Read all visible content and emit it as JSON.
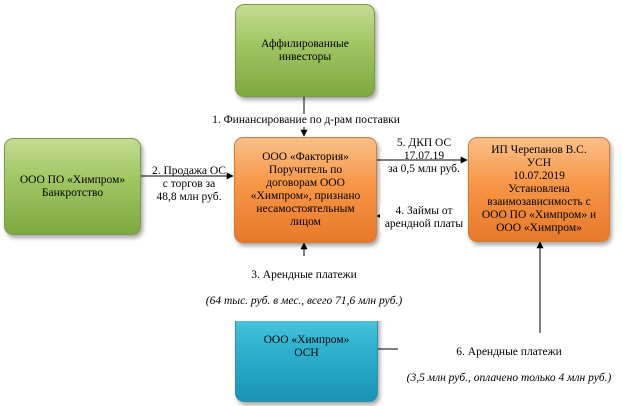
{
  "nodes": {
    "investors": "Аффилированные\nинвесторы",
    "bankrupt": "ООО ПО «Химпром»\nБанкротство",
    "factoria": "ООО «Фактория»\nПоручитель по\nдоговорам ООО\n«Химпром», признано\nнесамостоятельным\nлицом",
    "ip": "ИП Черепанов В.С.\nУСН\n10.07.2019\nУстановлена\nвзаимозависимость с\nООО ПО «Химпром» и\nООО «Химпром»",
    "himprom": "ООО «Химпром»\nОСН"
  },
  "edges": {
    "e1": "1. Финансирование по д-рам поставки",
    "e2": "2. Продажа ОС\nс торгов за\n48,8 млн руб.",
    "e3_title": "3. Арендные платежи",
    "e3_note": "(64 тыс. руб. в мес., всего 71,6 млн руб.)",
    "e4": "4. Займы от\nарендной платы",
    "e5": "5. ДКП ОС\n17.07.19\nза 0,5 млн руб.",
    "e6_title": "6. Арендные платежи",
    "e6_note": "(3,5 млн руб., оплачено только 4 млн руб.)"
  },
  "colors": {
    "green": "#9bbb59",
    "orange": "#f79646",
    "blue": "#31b6d2",
    "arrow": "#000000"
  }
}
